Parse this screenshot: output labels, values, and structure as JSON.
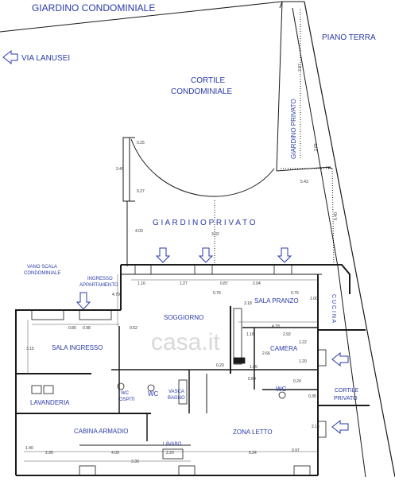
{
  "colors": {
    "label": "#2a3aa8",
    "wall": "#1a1a1a",
    "arrow": "#2a3aa8"
  },
  "labels": {
    "garden_common": "GIARDINO CONDOMINIALE",
    "ground_floor": "PIANO TERRA",
    "street": "VIA LANUSEI",
    "courtyard_l1": "CORTILE",
    "courtyard_l2": "CONDOMINIALE",
    "garden_private_vert": "GIARDINO PRIVATO",
    "garden_private": "G I A R D I N O   P R I V A T O",
    "stairwell_l1": "VANO SCALA",
    "stairwell_l2": "CONDOMINIALE",
    "entrance_l1": "INGRESSO",
    "entrance_l2": "APPARTAMENTO",
    "living": "SOGGIORNO",
    "dining": "SALA PRANZO",
    "kitchen": "C U C I N A",
    "entry_hall": "SALA INGRESSO",
    "bedroom": "CAMERA",
    "laundry": "LAVANDERIA",
    "wc_guest_l1": "WC",
    "wc_guest_l2": "OSPITI",
    "wc": "WC",
    "bathtub_l1": "VASCA",
    "bathtub_l2": "BAGNO",
    "wc2": "WC",
    "courtyard_private_l1": "CORTILE",
    "courtyard_private_l2": "PRIVATO",
    "walk_in_closet": "CABINA ARMADIO",
    "sink": "LAVABO",
    "sleeping_area": "ZONA LETTO",
    "watermark": "casa.it"
  },
  "dimensions": {
    "d_7_97": "7.97",
    "d_2_65": "2.65",
    "d_5_43": "5.43",
    "d_6_40": "6.40",
    "d_0_25": "0.25",
    "d_3_40": "3.40",
    "d_0_27": "0.27",
    "d_4_03": "4.03",
    "d_3_02": "3.02",
    "d_1_16": "1.16",
    "d_1_27": "1.27",
    "d_0_87": "0.87",
    "d_2_04": "2.04",
    "d_0_76a": "0.76",
    "d_0_76b": "0.76",
    "d_3_18": "3.18",
    "d_1_00": "1.00",
    "d_4_79": "4.79",
    "d_0_52": "0.52",
    "d_0_80": "0.80",
    "d_0_98": "0.98",
    "d_3_15": "3.15",
    "d_4_18": "4.18",
    "d_2_92": "2.92",
    "d_1_16b": "1.16",
    "d_1_22": "1.22",
    "d_2_66": "2.66",
    "d_1_20": "1.20",
    "d_0_20": "0.20",
    "d_1_05": "1.05",
    "d_0_80b": "0.80",
    "d_0_24": "0.24",
    "d_0_35": "0.35",
    "d_2_14": "2.14",
    "d_1_40": "1.40",
    "d_2_95": "2.95",
    "d_4_09": "4.09",
    "d_2_20": "2.20",
    "d_5_34": "5.34",
    "d_0_97": "0.97",
    "d_3_30": "3.30"
  }
}
